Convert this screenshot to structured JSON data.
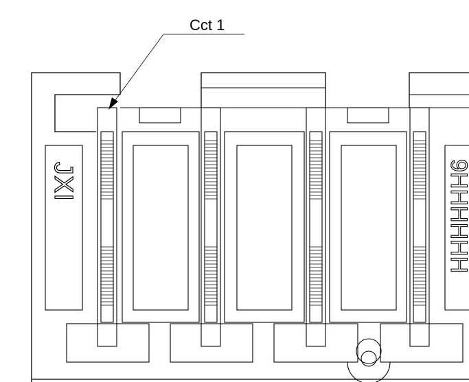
{
  "callout": {
    "label": "Cct 1"
  },
  "left_label": "JXI",
  "right_label": "9HHHHHH"
}
